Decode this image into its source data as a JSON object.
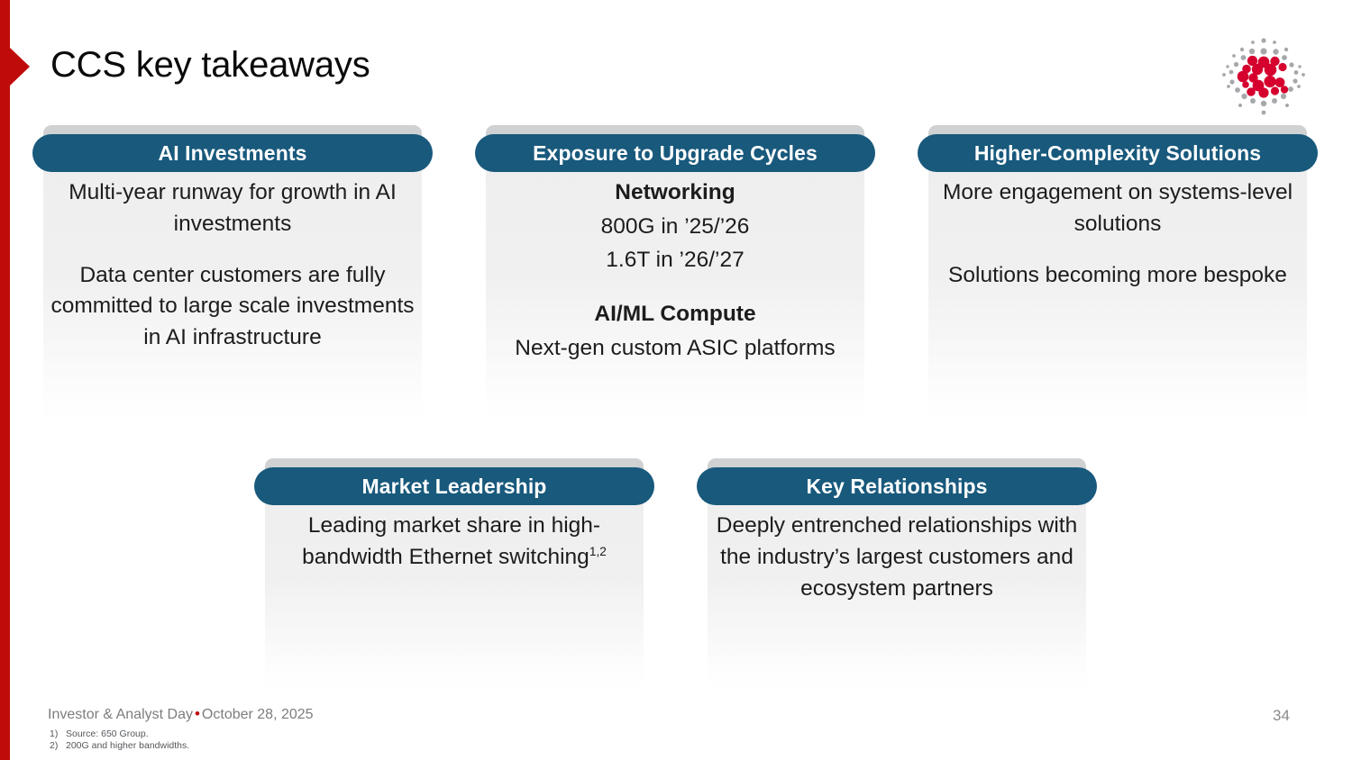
{
  "slide": {
    "title": "CCS key takeaways",
    "page_number": "34",
    "accent_red": "#c00b0b",
    "header_blue": "#18597c",
    "body_gray": "#efefef"
  },
  "logo": {
    "name": "broadcom-sunburst-logo",
    "color_inner": "#d6002e",
    "color_outer": "#a6a8ab"
  },
  "cards": [
    {
      "id": "ai-investments",
      "title": "AI Investments",
      "paragraphs": [
        {
          "text": "Multi-year runway for growth in AI investments",
          "bold": false
        },
        {
          "text": "Data center customers are fully committed to large scale investments in AI infrastructure",
          "bold": false
        }
      ]
    },
    {
      "id": "exposure-to-upgrade-cycles",
      "title": "Exposure to Upgrade Cycles",
      "paragraphs": [
        {
          "text": "Networking",
          "bold": true
        },
        {
          "text": "800G in ’25/’26",
          "bold": false
        },
        {
          "text": "1.6T in ’26/’27",
          "bold": false
        },
        {
          "text": "AI/ML Compute",
          "bold": true
        },
        {
          "text": "Next-gen custom ASIC platforms",
          "bold": false
        }
      ]
    },
    {
      "id": "higher-complexity-solutions",
      "title": "Higher-Complexity Solutions",
      "paragraphs": [
        {
          "text": "More engagement on systems-level solutions",
          "bold": false
        },
        {
          "text": "Solutions becoming more bespoke",
          "bold": false
        }
      ]
    },
    {
      "id": "market-leadership",
      "title": "Market Leadership",
      "paragraphs": [
        {
          "text": "Leading market share in high-bandwidth Ethernet switching",
          "superscript": "1,2",
          "bold": false
        }
      ]
    },
    {
      "id": "key-relationships",
      "title": "Key Relationships",
      "paragraphs": [
        {
          "text": "Deeply entrenched relationships with the industry’s largest customers and ecosystem partners",
          "bold": false
        }
      ]
    }
  ],
  "footer": {
    "event": "Investor & Analyst Day",
    "separator": "•",
    "date": "October 28, 2025",
    "footnotes": [
      {
        "num": "1)",
        "text": "Source: 650 Group."
      },
      {
        "num": "2)",
        "text": "200G and higher bandwidths."
      }
    ]
  }
}
